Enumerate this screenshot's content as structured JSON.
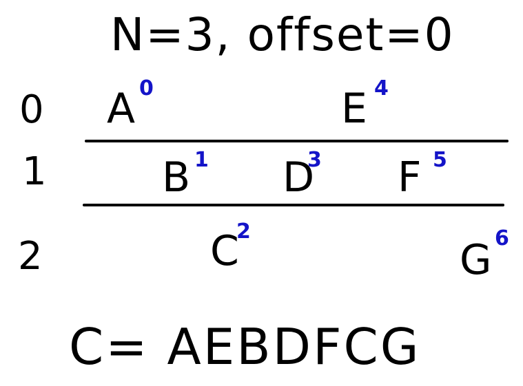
{
  "title": "N=3, offset=0",
  "rows": [
    {
      "label": "0"
    },
    {
      "label": "1"
    },
    {
      "label": "2"
    }
  ],
  "letters": [
    {
      "char": "A",
      "index": "0"
    },
    {
      "char": "B",
      "index": "1"
    },
    {
      "char": "C",
      "index": "2"
    },
    {
      "char": "D",
      "index": "3"
    },
    {
      "char": "E",
      "index": "4"
    },
    {
      "char": "F",
      "index": "5"
    },
    {
      "char": "G",
      "index": "6"
    }
  ],
  "result": "C= AEBDFCG",
  "colors": {
    "ink": "#000000",
    "index": "#1414c8",
    "background": "#ffffff"
  }
}
